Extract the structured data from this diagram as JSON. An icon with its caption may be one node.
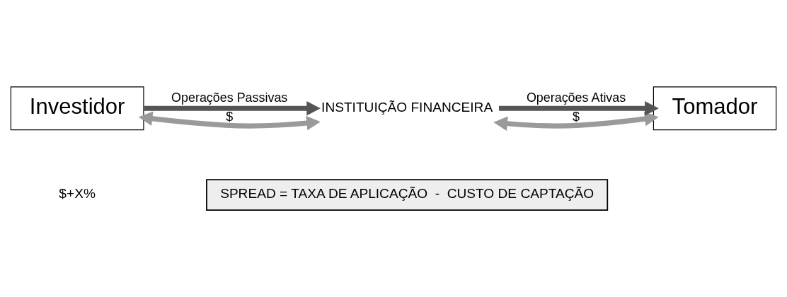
{
  "diagram": {
    "nodes": [
      {
        "text": [
          "Investidor"
        ]
      },
      {
        "text": [
          "INSTITUIÇÃO FINANCEIRA"
        ]
      },
      {
        "text": [
          "Tomador"
        ]
      },
      {
        "text": [
          "SPREAD = TAXA DE APLICAÇÃO  -  CUSTO DE CAPTAÇÃO"
        ]
      }
    ],
    "edges": [
      {
        "from": 0,
        "to": 1,
        "arrow": "both",
        "label": "$",
        "color": "#9a9a9a"
      },
      {
        "from": 0,
        "to": 1,
        "arrow": "to",
        "label": "Operações Passivas",
        "color": "#555555"
      },
      {
        "from": 1,
        "to": 2,
        "arrow": "both",
        "label": "$",
        "color": "#9a9a9a"
      },
      {
        "from": 1,
        "to": 2,
        "arrow": "to",
        "label": "Operações Ativas",
        "color": "#555555"
      }
    ],
    "labels": [
      "$+X%"
    ]
  }
}
